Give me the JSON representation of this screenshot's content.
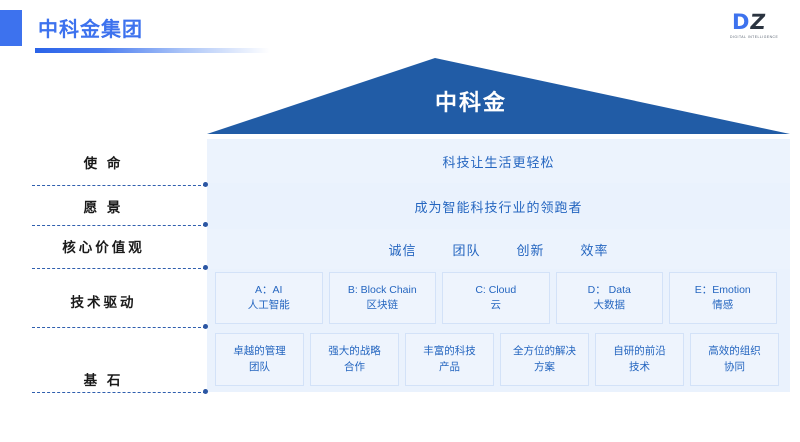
{
  "header": {
    "title": "中科金集团",
    "accent_color": "#3d72ee",
    "logo": {
      "primary": "D",
      "secondary": "Z",
      "tagline": "DIGITAL INTELLIGENCE"
    }
  },
  "roof": {
    "title": "中科金",
    "fill_color": "#215ca6"
  },
  "labels": [
    {
      "name": "mission",
      "text": "使 命"
    },
    {
      "name": "vision",
      "text": "愿 景"
    },
    {
      "name": "core-values",
      "text": "核心价值观"
    },
    {
      "name": "tech-drive",
      "text": "技术驱动"
    },
    {
      "name": "foundation",
      "text": "基 石"
    }
  ],
  "bands": {
    "mission": "科技让生活更轻松",
    "vision": "成为智能科技行业的领跑者",
    "values": [
      "诚信",
      "团队",
      "创新",
      "效率"
    ]
  },
  "tech_cards": [
    {
      "line1": "A：AI",
      "line2": "人工智能"
    },
    {
      "line1": "B: Block Chain",
      "line2": "区块链"
    },
    {
      "line1": "C: Cloud",
      "line2": "云"
    },
    {
      "line1": "D： Data",
      "line2": "大数据"
    },
    {
      "line1": "E：Emotion",
      "line2": "情感"
    }
  ],
  "base_cards": [
    {
      "line1": "卓越的管理",
      "line2": "团队"
    },
    {
      "line1": "强大的战略",
      "line2": "合作"
    },
    {
      "line1": "丰富的科技",
      "line2": "产品"
    },
    {
      "line1": "全方位的解决",
      "line2": "方案"
    },
    {
      "line1": "自研的前沿",
      "line2": "技术"
    },
    {
      "line1": "高效的组织",
      "line2": "协同"
    }
  ],
  "colors": {
    "panel_bg": "#eaf2fd",
    "card_bg": "#eef4fd",
    "card_border": "#d3e2f8",
    "text_blue": "#2566c0",
    "roof_blue": "#215ca6",
    "accent_blue": "#3d72ee"
  }
}
